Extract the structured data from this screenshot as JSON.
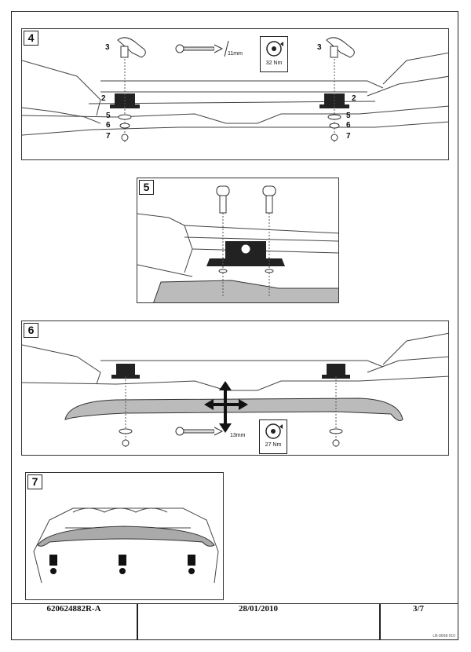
{
  "steps": {
    "s4": {
      "number": "4",
      "part_labels": [
        "3",
        "2",
        "5",
        "6",
        "7",
        "3",
        "2",
        "5",
        "6",
        "7"
      ],
      "wrench_size": "11mm",
      "torque": "32 Nm"
    },
    "s5": {
      "number": "5"
    },
    "s6": {
      "number": "6",
      "wrench_size": "13mm",
      "torque": "27 Nm"
    },
    "s7": {
      "number": "7"
    }
  },
  "footer": {
    "reference": "620624882R-A",
    "date": "28/01/2010",
    "page": "3/7",
    "stamp": "LB-0668 010"
  }
}
